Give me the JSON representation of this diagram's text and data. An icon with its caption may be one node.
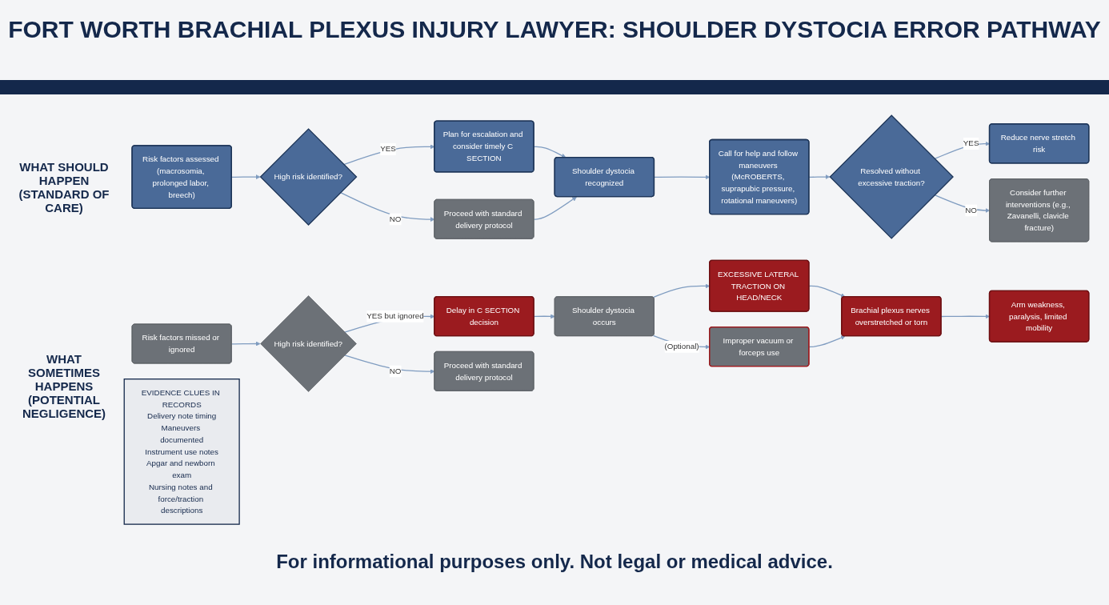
{
  "diagram": {
    "title": "FORT WORTH BRACHIAL PLEXUS INJURY LAWYER: SHOULDER DYSTOCIA ERROR PATHWAY",
    "caption": "For informational purposes only. Not legal or medical advice.",
    "nodes": [
      {
        "text": [
          "Risk factors assessed (macrosomia, prolonged labor, breech)"
        ]
      },
      {
        "text": [
          "High risk identified?"
        ]
      },
      {
        "text": [
          "Plan for escalation and consider timely C SECTION"
        ]
      },
      {
        "text": [
          "Proceed with standard delivery protocol"
        ]
      },
      {
        "text": [
          "Shoulder dystocia recognized"
        ]
      },
      {
        "text": [
          "Call for help and follow maneuvers (McROBERTS, suprapubic pressure, rotational maneuvers)"
        ]
      },
      {
        "text": [
          "Resolved without excessive traction?"
        ]
      },
      {
        "text": [
          "Reduce nerve stretch risk"
        ]
      },
      {
        "text": [
          "Consider further interventions (e.g., Zavanelli, clavicle fracture)"
        ]
      },
      {
        "text": [
          "Risk factors missed or ignored"
        ]
      },
      {
        "text": [
          "High risk identified?"
        ]
      },
      {
        "text": [
          "Delay in C SECTION decision"
        ]
      },
      {
        "text": [
          "Proceed with standard delivery protocol"
        ]
      },
      {
        "text": [
          "Shoulder dystocia occurs"
        ]
      },
      {
        "text": [
          "EXCESSIVE LATERAL TRACTION ON HEAD/NECK"
        ]
      },
      {
        "text": [
          "Improper vacuum or forceps use"
        ]
      },
      {
        "text": [
          "Brachial plexus nerves overstretched or torn"
        ]
      },
      {
        "text": [
          "Arm weakness, paralysis, limited mobility"
        ]
      },
      {
        "text": [
          "EVIDENCE CLUES IN RECORDS",
          "Delivery note timing",
          "Maneuvers documented",
          "Instrument use notes",
          "Apgar and newborn exam",
          "Nursing notes and force/traction descriptions"
        ]
      }
    ],
    "edges": [
      {
        "from": 0,
        "to": 1,
        "arrow": "to"
      },
      {
        "from": 1,
        "to": 2,
        "arrow": "to",
        "label": "YES"
      },
      {
        "from": 1,
        "to": 3,
        "arrow": "to",
        "label": "NO"
      },
      {
        "from": 2,
        "to": 4,
        "arrow": "to"
      },
      {
        "from": 3,
        "to": 4,
        "arrow": "to"
      },
      {
        "from": 4,
        "to": 5,
        "arrow": "to"
      },
      {
        "from": 5,
        "to": 6,
        "arrow": "to"
      },
      {
        "from": 6,
        "to": 7,
        "arrow": "to",
        "label": "YES"
      },
      {
        "from": 6,
        "to": 8,
        "arrow": "to",
        "label": "NO"
      },
      {
        "from": 9,
        "to": 10,
        "arrow": "to"
      },
      {
        "from": 10,
        "to": 11,
        "arrow": "to",
        "label": "YES but ignored"
      },
      {
        "from": 10,
        "to": 12,
        "arrow": "to",
        "label": "NO"
      },
      {
        "from": 11,
        "to": 13,
        "arrow": "to"
      },
      {
        "from": 13,
        "to": 14,
        "arrow": "to"
      },
      {
        "from": 13,
        "to": 15,
        "arrow": "to",
        "label": "(Optional)"
      },
      {
        "from": 14,
        "to": 16,
        "arrow": "to"
      },
      {
        "from": 15,
        "to": 16,
        "arrow": "to"
      },
      {
        "from": 16,
        "to": 17,
        "arrow": "to"
      }
    ],
    "labels": [
      "WHAT SHOULD HAPPEN (STANDARD OF CARE)",
      "WHAT SOMETIMES HAPPENS (POTENTIAL NEGLIGENCE)"
    ]
  }
}
